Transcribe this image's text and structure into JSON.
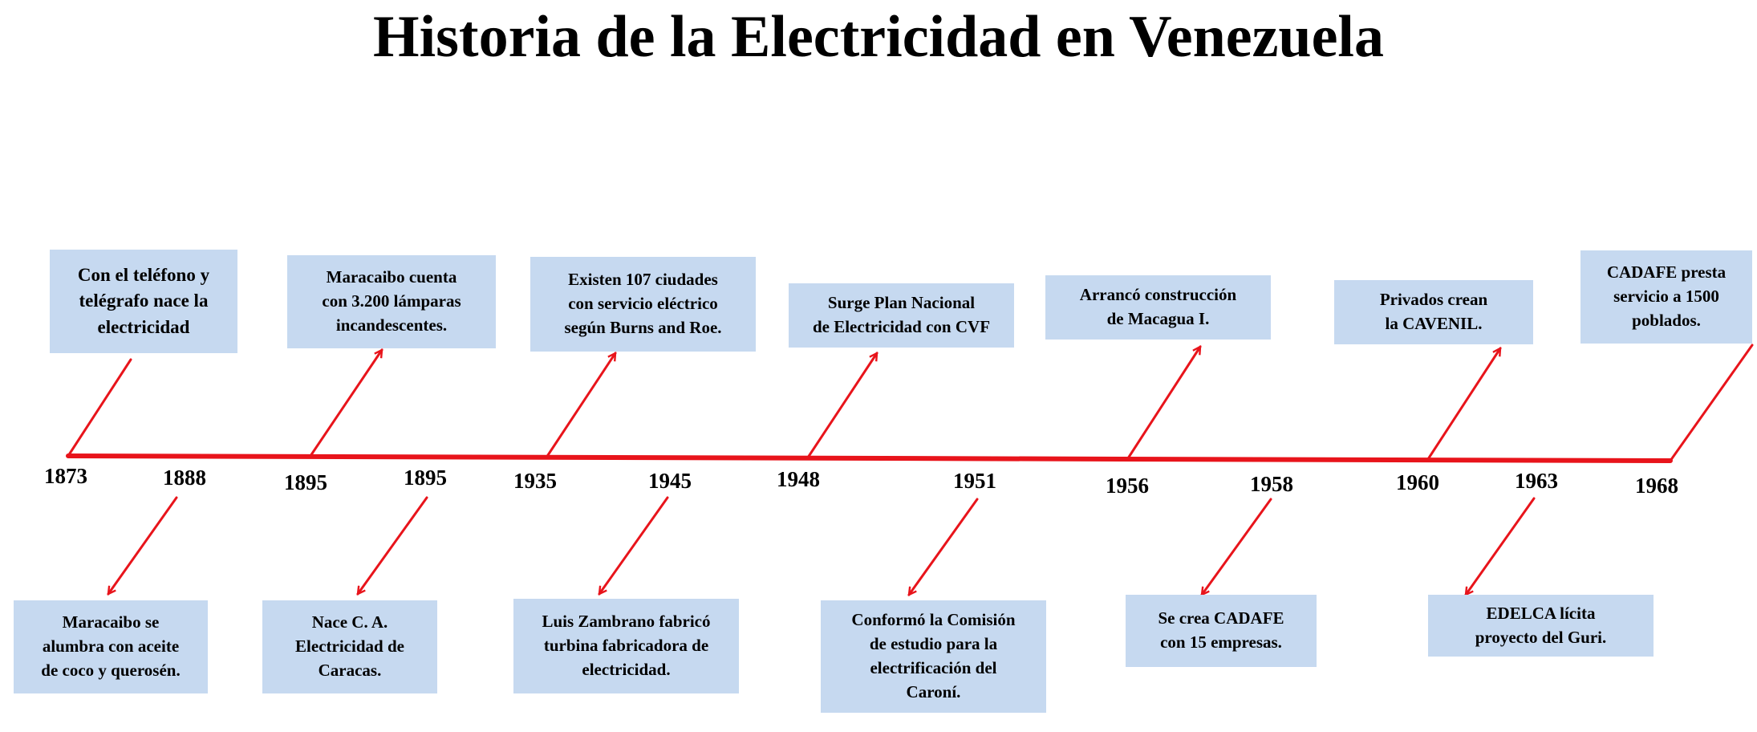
{
  "title": "Historia de la Electricidad en Venezuela",
  "colors": {
    "line": "#e8141b",
    "box_fill": "#c6d9f0",
    "text": "#000000"
  },
  "years": {
    "y1873": "1873",
    "y1888": "1888",
    "y1895a": "1895",
    "y1895b": "1895",
    "y1935": "1935",
    "y1945": "1945",
    "y1948": "1948",
    "y1951": "1951",
    "y1956": "1956",
    "y1958": "1958",
    "y1960": "1960",
    "y1963": "1963",
    "y1968": "1968"
  },
  "events": {
    "e1873": "Con el teléfono y\ntelégrafo nace la\nelectricidad",
    "e1888": "Maracaibo se\nalumbra con aceite\nde coco y querosén.",
    "e1895a": "Maracaibo cuenta\ncon 3.200 lámparas\nincandescentes.",
    "e1895b": "Nace C. A.\nElectricidad de\nCaracas.",
    "e1935": "Existen 107 ciudades\ncon servicio eléctrico\nsegún Burns and Roe.",
    "e1945": "Luis Zambrano fabricó\nturbina fabricadora de\nelectricidad.",
    "e1948": "Surge Plan Nacional\nde Electricidad con CVF",
    "e1951": "Conformó la Comisión\nde estudio para la\nelectrificación del\nCaroní.",
    "e1956": "Arrancó construcción\nde Macagua I.",
    "e1958": "Se crea CADAFE\ncon 15 empresas.",
    "e1960": "Privados crean\nla CAVENIL.",
    "e1963": "EDELCA lícita\nproyecto del Guri.",
    "e1968": "CADAFE presta\nservicio a 1500\npoblados."
  }
}
